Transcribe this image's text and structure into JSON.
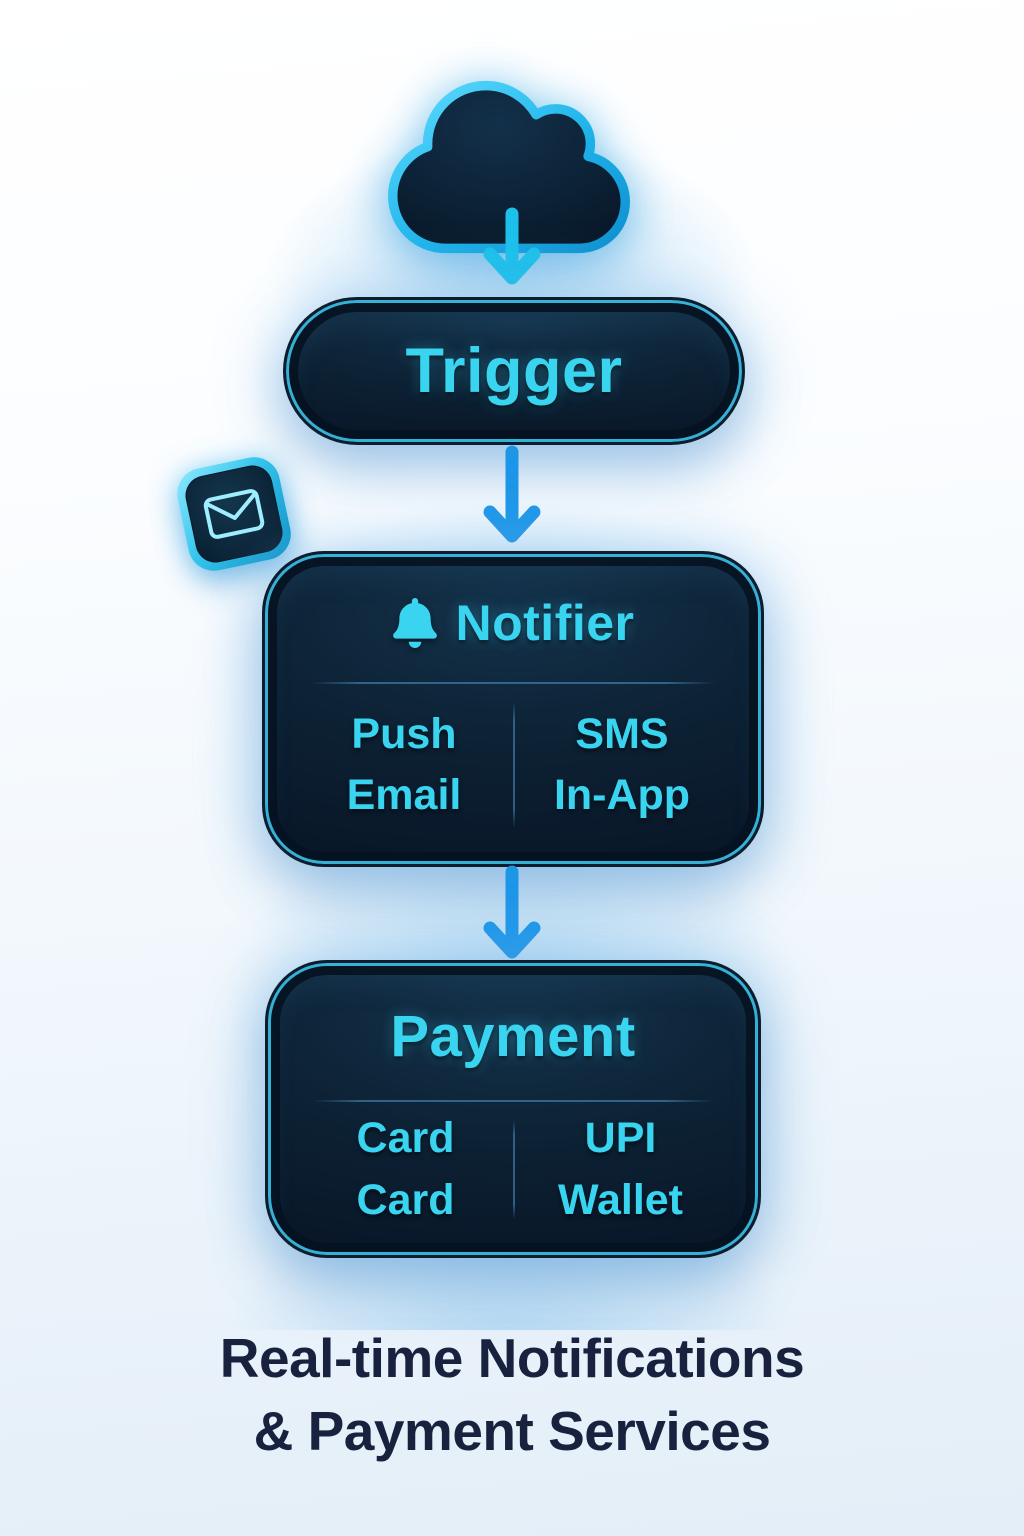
{
  "diagram": {
    "trigger": {
      "label": "Trigger"
    },
    "notifier": {
      "title": "Notifier",
      "columns": [
        {
          "items": [
            "Push",
            "Email"
          ]
        },
        {
          "items": [
            "SMS",
            "In-App"
          ]
        }
      ]
    },
    "payment": {
      "title": "Payment",
      "columns": [
        {
          "items": [
            "Card",
            "Card"
          ]
        },
        {
          "items": [
            "UPI",
            "Wallet"
          ]
        }
      ]
    },
    "caption": {
      "line1": "Real-time Notifications",
      "line2": "& Payment Services"
    },
    "icons": {
      "cloud": "cloud-icon",
      "email": "email-icon",
      "bell": "bell-icon",
      "arrows": "arrow-down-icon"
    },
    "colors": {
      "accent_cyan": "#38D4F0",
      "arrow_cyan": "#1CC0EA",
      "arrow_blue": "#1E96E8",
      "node_fill_dark": "#0B1B2B",
      "node_border_cyan": "#40CDF5",
      "caption_text": "#18223E",
      "background_light": "#EAF3FB"
    }
  }
}
